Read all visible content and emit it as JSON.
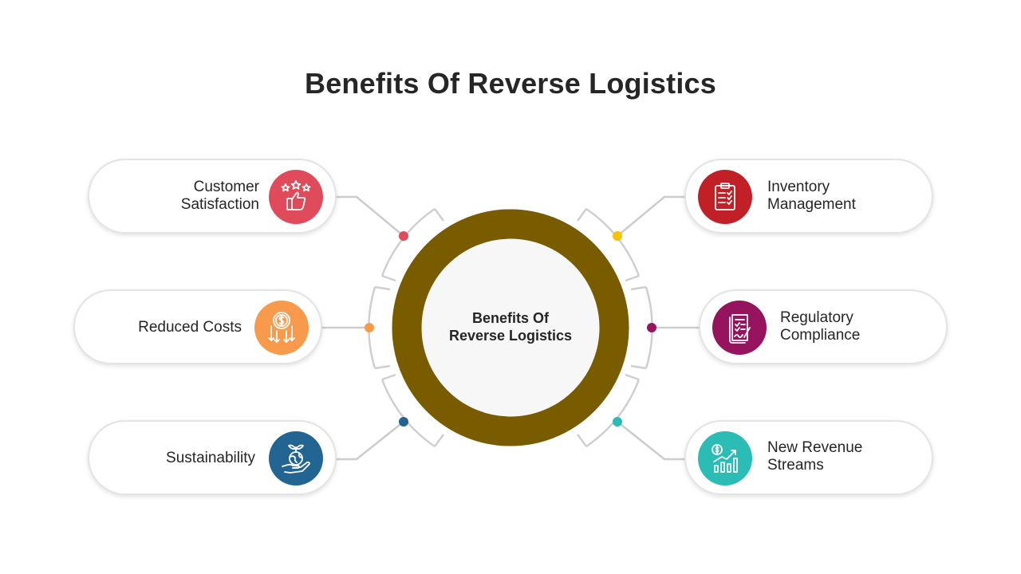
{
  "title": "Benefits Of Reverse Logistics",
  "center": {
    "line1": "Benefits Of",
    "line2": "Reverse Logistics"
  },
  "colors": {
    "ring": "#7a5c00",
    "connector": "#cccccc",
    "customer": "#e04b5c",
    "costs": "#f79a4c",
    "sustainability": "#226592",
    "inventory": "#c02026",
    "regulatory": "#95145d",
    "revenue": "#2bbcb6",
    "dot_inventory": "#f5c400"
  },
  "items": {
    "customer": {
      "line1": "Customer",
      "line2": "Satisfaction",
      "icon": "thumbs-up-stars-icon"
    },
    "costs": {
      "line1": "Reduced Costs",
      "icon": "dollar-down-arrows-icon"
    },
    "sustainability": {
      "line1": "Sustainability",
      "icon": "hand-globe-plant-icon"
    },
    "inventory": {
      "line1": "Inventory",
      "line2": "Management",
      "icon": "clipboard-checklist-icon"
    },
    "regulatory": {
      "line1": "Regulatory",
      "line2": "Compliance",
      "icon": "document-signature-icon"
    },
    "revenue": {
      "line1": "New Revenue",
      "line2": "Streams",
      "icon": "dollar-growth-chart-icon"
    }
  }
}
